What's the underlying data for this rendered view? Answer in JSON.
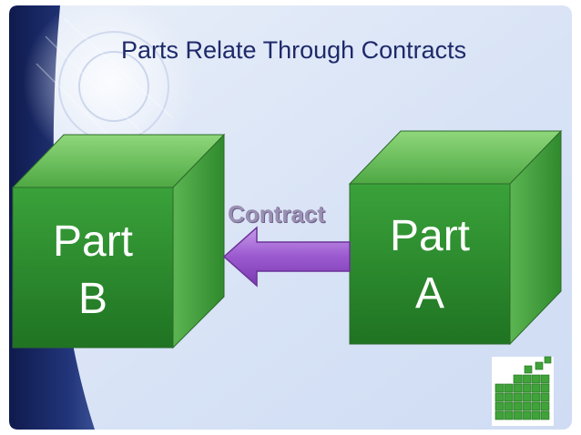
{
  "slide": {
    "title": "Parts Relate Through Contracts"
  },
  "diagram": {
    "part_b": {
      "line1": "Part",
      "line2": "B"
    },
    "part_a": {
      "line1": "Part",
      "line2": "A"
    },
    "connector": {
      "label": "Contract",
      "direction": "from Part A to Part B"
    }
  },
  "colors": {
    "title": "#1e2a6a",
    "cube_front": "#2f8f2f",
    "cube_top": "#6cc35a",
    "cube_side": "#3f9f3a",
    "arrow": "#a36ad4",
    "contract_text": "#9a8fb2",
    "slide_background": "#dce6f7",
    "left_band": "#1c2d6b"
  }
}
